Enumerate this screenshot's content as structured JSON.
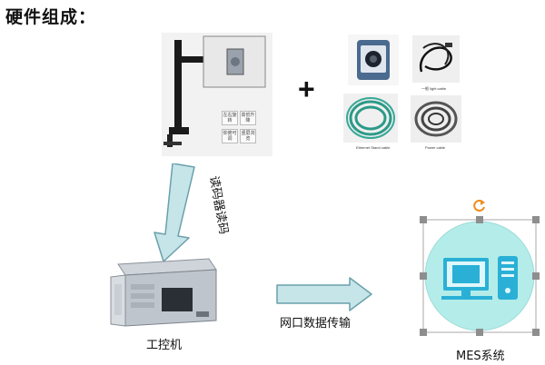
{
  "title": "硬件组成：",
  "plus": "+",
  "monitor_features": [
    "左右旋转",
    "高低升降",
    "仰俯可调",
    "竖屏浏览"
  ],
  "cable_labels": {
    "light_cable": "一根 light cable",
    "ethernet_cable": "Ethernet Stand cable",
    "power_cable": "Power cable"
  },
  "arrow_label_vertical": "读码器读码",
  "arrow_label_horizontal": "网口数据传输",
  "ipc_label": "工控机",
  "mes_label": "MES系统",
  "colors": {
    "arrow_fill": "#c6e5e8",
    "arrow_stroke": "#6aa0ab",
    "mes_circle": "#b3ece8",
    "computer_icon": "#2ab0d6",
    "rotate_handle": "#f08a1a"
  }
}
